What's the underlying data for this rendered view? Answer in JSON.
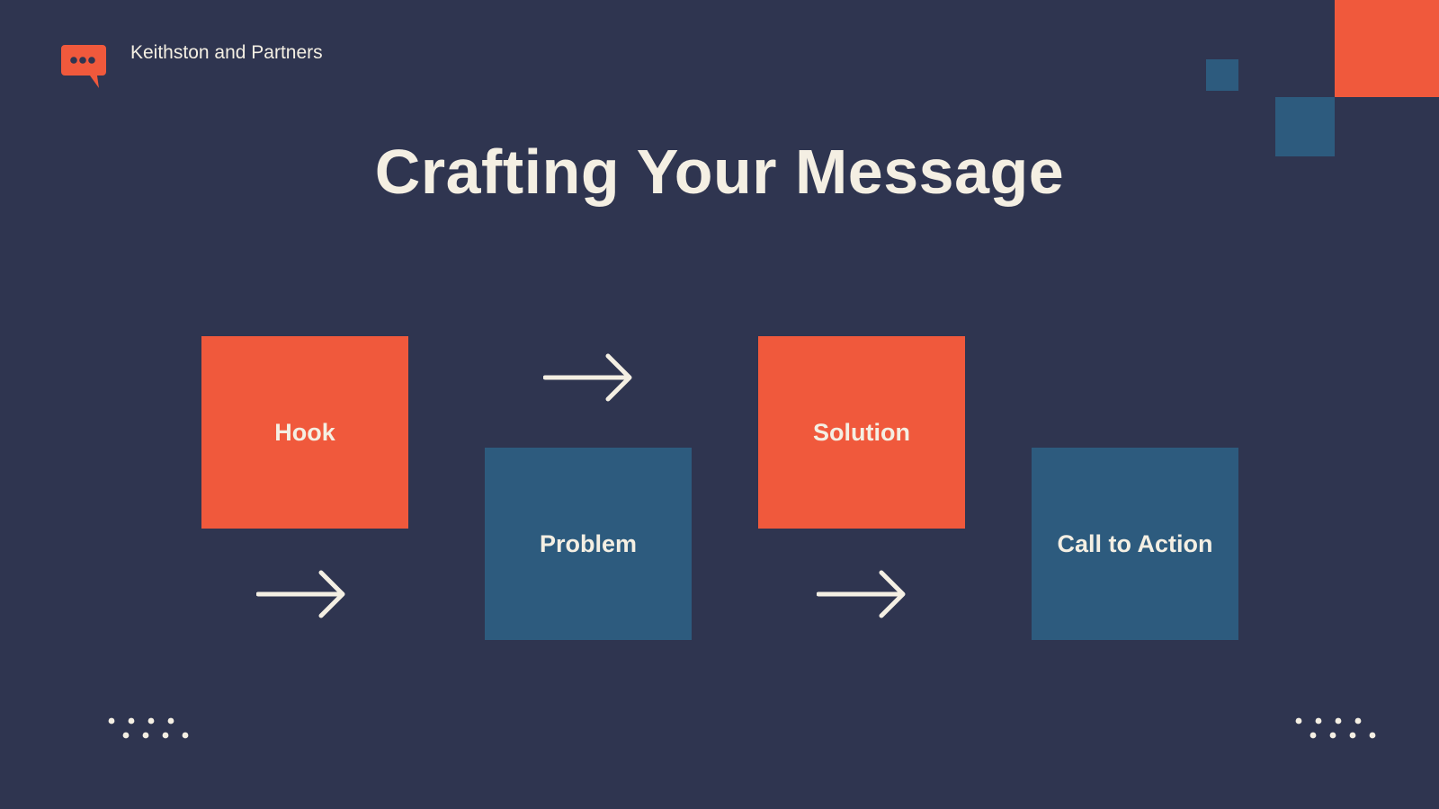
{
  "brand": {
    "name": "Keithston and Partners",
    "logo_icon": "speech-bubble-icon"
  },
  "slide": {
    "title": "Crafting Your Message"
  },
  "steps": [
    {
      "label": "Hook",
      "color": "#F0593C"
    },
    {
      "label": "Problem",
      "color": "#2D5B7E"
    },
    {
      "label": "Solution",
      "color": "#F0593C"
    },
    {
      "label": "Call to Action",
      "color": "#2D5B7E"
    }
  ],
  "colors": {
    "background": "#2F3550",
    "accent": "#F0593C",
    "secondary": "#2D5B7E",
    "text": "#F4EFE3"
  },
  "icons": {
    "arrow": "arrow-right-icon",
    "dots": "dot-pattern-icon"
  }
}
